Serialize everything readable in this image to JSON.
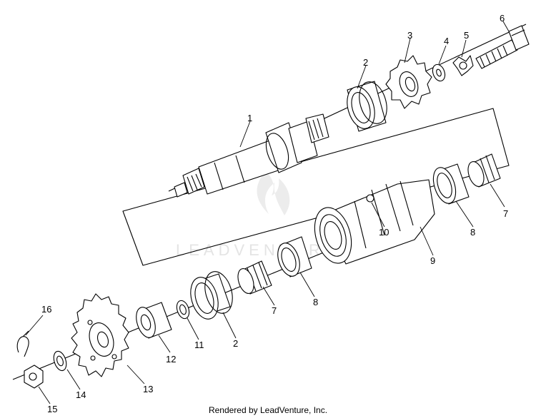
{
  "watermark": {
    "text": "LEADVENTURE"
  },
  "credit": "Rendered by LeadVenture, Inc.",
  "callouts": {
    "c1": "1",
    "c2a": "2",
    "c2b": "2",
    "c3": "3",
    "c4": "4",
    "c5": "5",
    "c6": "6",
    "c7a": "7",
    "c7b": "7",
    "c8a": "8",
    "c8b": "8",
    "c9": "9",
    "c10": "10",
    "c11": "11",
    "c12": "12",
    "c13": "13",
    "c14": "14",
    "c15": "15",
    "c16": "16"
  },
  "colors": {
    "line": "#000000",
    "watermark": "#e4e4e4"
  }
}
